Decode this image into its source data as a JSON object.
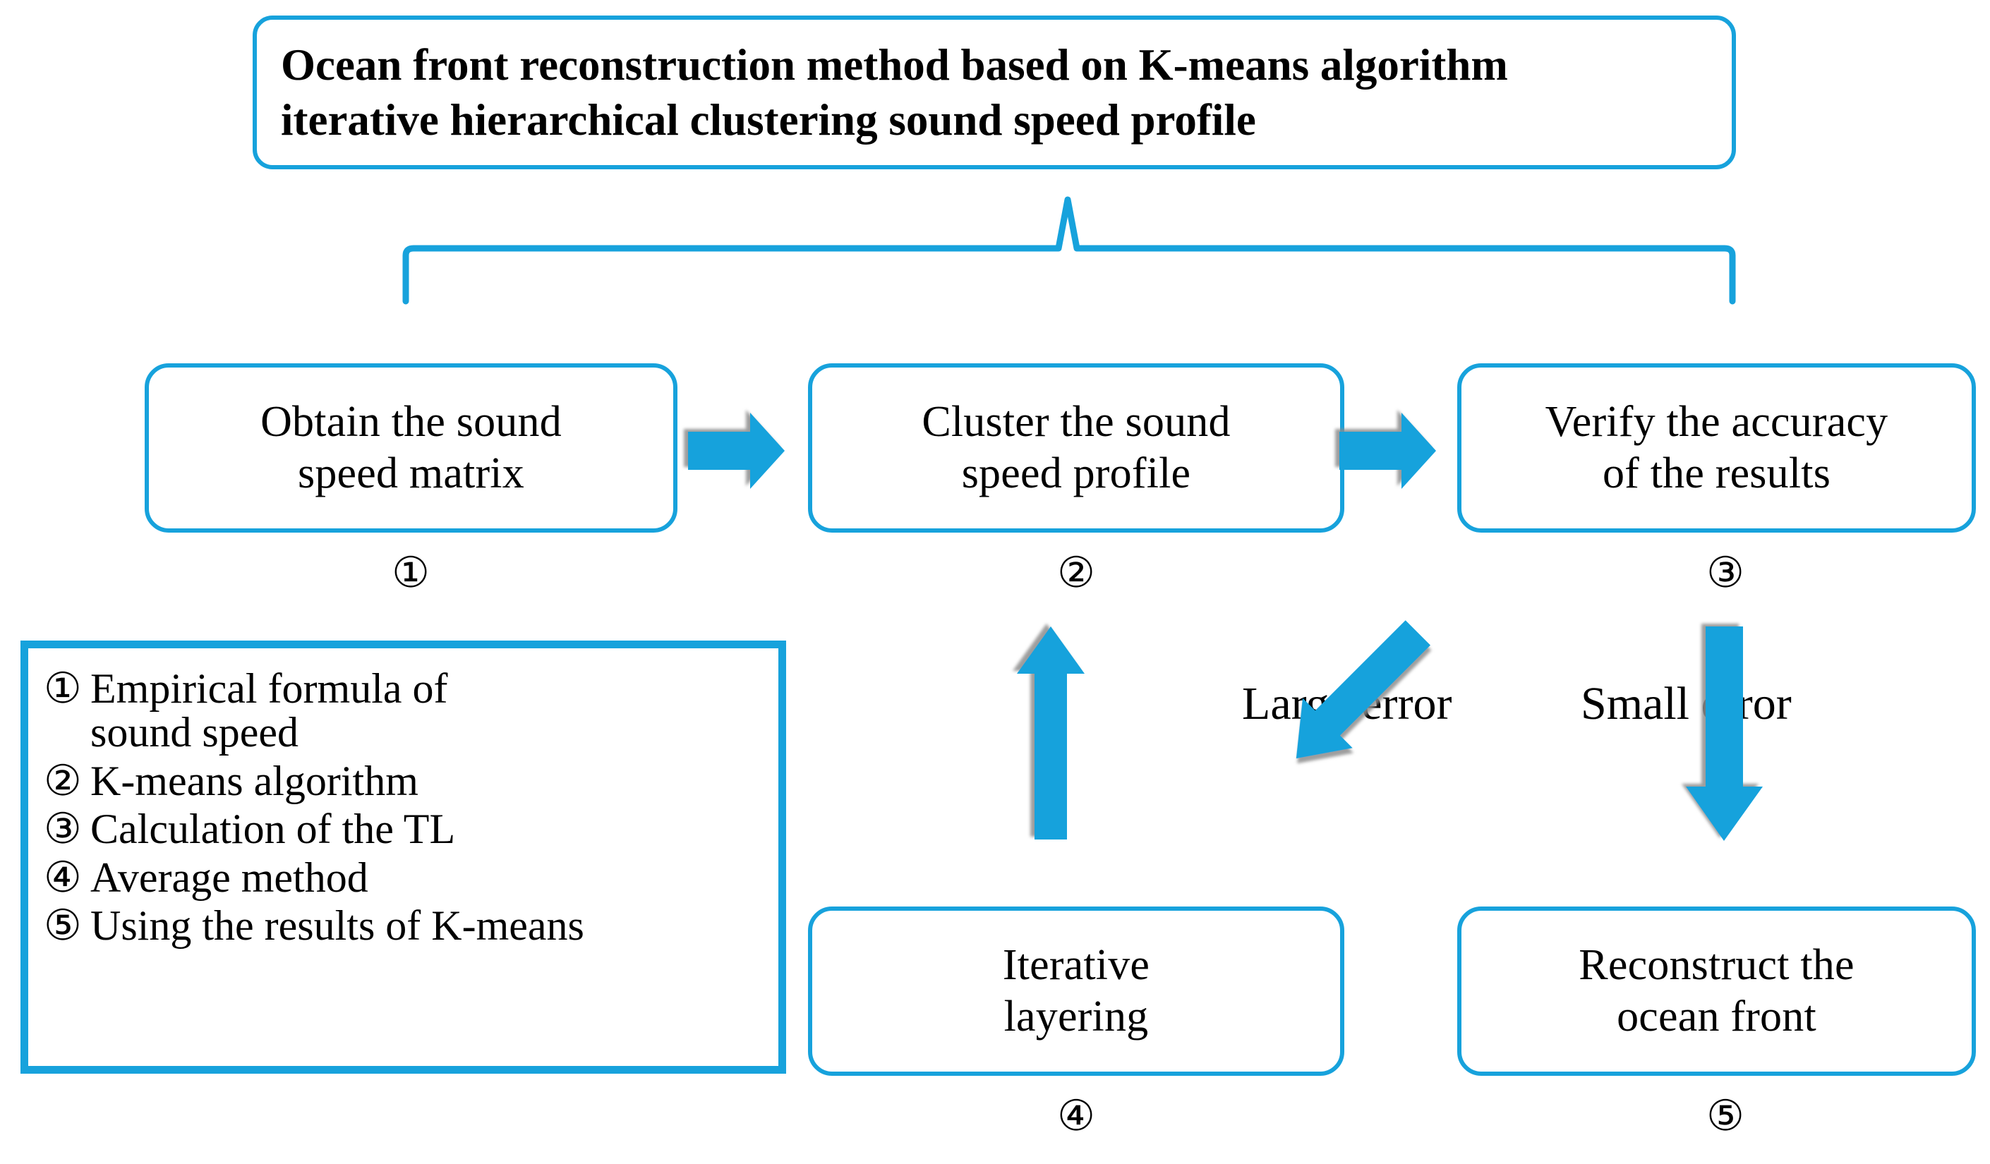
{
  "diagram": {
    "title": "Ocean front reconstruction method based on K-means algorithm\niterative hierarchical clustering sound speed profile",
    "accent_color": "#17A2DC",
    "text_color": "#000000",
    "background_color": "#FFFFFF"
  },
  "boxes": [
    {
      "id": "obtain-sound-speed-matrix",
      "label": "Obtain the sound\nspeed matrix",
      "step": "①"
    },
    {
      "id": "cluster-sound-speed-profile",
      "label": "Cluster the sound\nspeed profile",
      "step": "②"
    },
    {
      "id": "verify-accuracy-of-results",
      "label": "Verify the accuracy\nof the results",
      "step": "③"
    },
    {
      "id": "iterative-layering",
      "label": "Iterative\nlayering",
      "step": "④"
    },
    {
      "id": "reconstruct-ocean-front",
      "label": "Reconstruct the\nocean front",
      "step": "⑤"
    }
  ],
  "legend": {
    "items": [
      {
        "marker": "①",
        "text": "Empirical formula of\nsound speed"
      },
      {
        "marker": "②",
        "text": "K-means algorithm"
      },
      {
        "marker": "③",
        "text": "Calculation of the TL"
      },
      {
        "marker": "④",
        "text": "Average method"
      },
      {
        "marker": "⑤",
        "text": "Using the results of K-means"
      }
    ]
  },
  "edge_labels": {
    "large_error": "Large  error",
    "small_error": "Small  error"
  },
  "connectors": [
    {
      "name": "brace-title-to-row",
      "kind": "brace"
    },
    {
      "name": "arrow-box1-to-box2",
      "kind": "right-arrow"
    },
    {
      "name": "arrow-box2-to-box3",
      "kind": "right-arrow"
    },
    {
      "name": "arrow-box4-to-box2",
      "kind": "up-arrow"
    },
    {
      "name": "arrow-box3-to-box4-large-error",
      "kind": "diagonal-down-left-arrow"
    },
    {
      "name": "arrow-box3-to-box5-small-error",
      "kind": "down-arrow"
    }
  ]
}
